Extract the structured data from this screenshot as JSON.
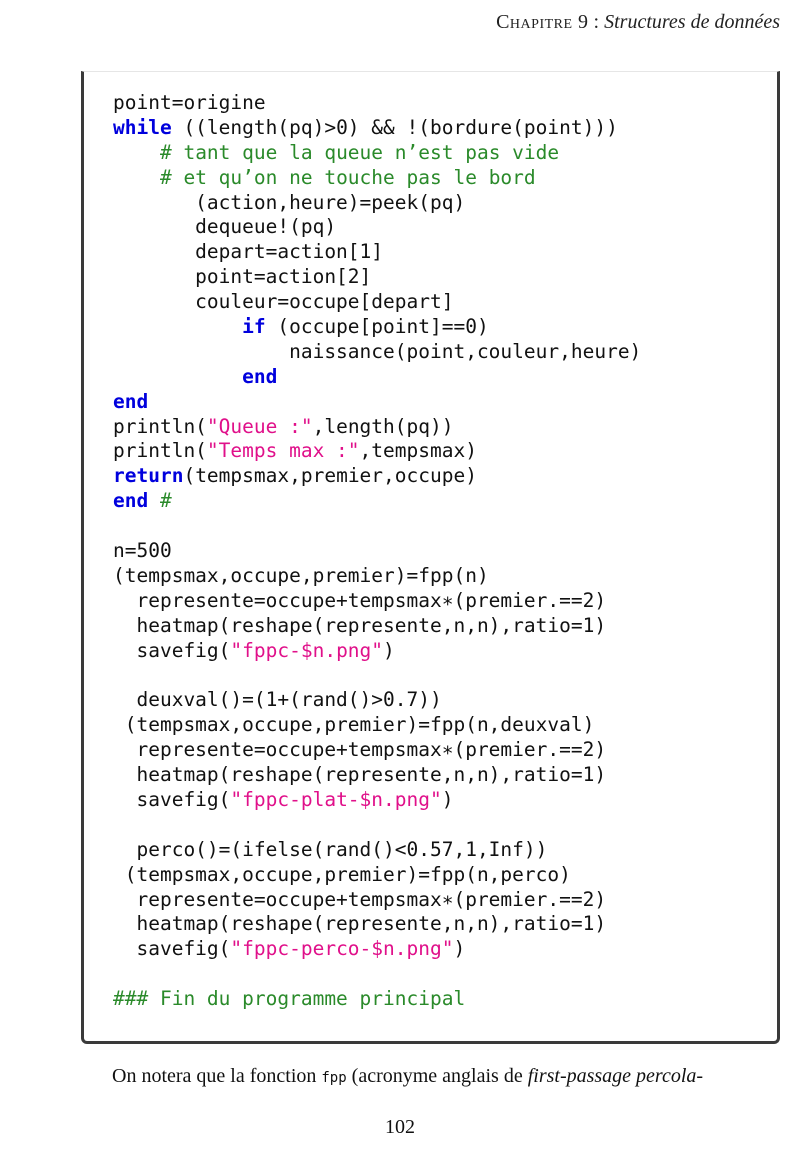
{
  "header": {
    "chapter": "Chapitre 9",
    "separator": " : ",
    "section": "Structures de données"
  },
  "code_lines": [
    [
      {
        "t": "p",
        "v": "point=origine"
      }
    ],
    [
      {
        "t": "kw",
        "v": "while"
      },
      {
        "t": "p",
        "v": " ((length(pq)>0) && !(bordure(point)))"
      }
    ],
    [
      {
        "t": "p",
        "v": "    "
      },
      {
        "t": "com",
        "v": "# tant que la queue n’est pas vide"
      }
    ],
    [
      {
        "t": "p",
        "v": "    "
      },
      {
        "t": "com",
        "v": "# et qu’on ne touche pas le bord"
      }
    ],
    [
      {
        "t": "p",
        "v": "       (action,heure)=peek(pq)"
      }
    ],
    [
      {
        "t": "p",
        "v": "       dequeue!(pq)"
      }
    ],
    [
      {
        "t": "p",
        "v": "       depart=action[1]"
      }
    ],
    [
      {
        "t": "p",
        "v": "       point=action[2]"
      }
    ],
    [
      {
        "t": "p",
        "v": "       couleur=occupe[depart]"
      }
    ],
    [
      {
        "t": "p",
        "v": "           "
      },
      {
        "t": "kw",
        "v": "if"
      },
      {
        "t": "p",
        "v": " (occupe[point]==0)"
      }
    ],
    [
      {
        "t": "p",
        "v": "               naissance(point,couleur,heure)"
      }
    ],
    [
      {
        "t": "p",
        "v": "           "
      },
      {
        "t": "kw",
        "v": "end"
      }
    ],
    [
      {
        "t": "kw",
        "v": "end"
      }
    ],
    [
      {
        "t": "p",
        "v": "println("
      },
      {
        "t": "str",
        "v": "\"Queue :\""
      },
      {
        "t": "p",
        "v": ",length(pq))"
      }
    ],
    [
      {
        "t": "p",
        "v": "println("
      },
      {
        "t": "str",
        "v": "\"Temps max :\""
      },
      {
        "t": "p",
        "v": ",tempsmax)"
      }
    ],
    [
      {
        "t": "kw",
        "v": "return"
      },
      {
        "t": "p",
        "v": "(tempsmax,premier,occupe)"
      }
    ],
    [
      {
        "t": "kw",
        "v": "end"
      },
      {
        "t": "p",
        "v": " "
      },
      {
        "t": "com",
        "v": "#"
      }
    ],
    [],
    [
      {
        "t": "p",
        "v": "n=500"
      }
    ],
    [
      {
        "t": "p",
        "v": "(tempsmax,occupe,premier)=fpp(n)"
      }
    ],
    [
      {
        "t": "p",
        "v": "  represente=occupe+tempsmax∗(premier.==2)"
      }
    ],
    [
      {
        "t": "p",
        "v": "  heatmap(reshape(represente,n,n),ratio=1)"
      }
    ],
    [
      {
        "t": "p",
        "v": "  savefig("
      },
      {
        "t": "str",
        "v": "\"fppc-$n.png\""
      },
      {
        "t": "p",
        "v": ")"
      }
    ],
    [],
    [
      {
        "t": "p",
        "v": "  deuxval()=(1+(rand()>0.7))"
      }
    ],
    [
      {
        "t": "p",
        "v": " (tempsmax,occupe,premier)=fpp(n,deuxval)"
      }
    ],
    [
      {
        "t": "p",
        "v": "  represente=occupe+tempsmax∗(premier.==2)"
      }
    ],
    [
      {
        "t": "p",
        "v": "  heatmap(reshape(represente,n,n),ratio=1)"
      }
    ],
    [
      {
        "t": "p",
        "v": "  savefig("
      },
      {
        "t": "str",
        "v": "\"fppc-plat-$n.png\""
      },
      {
        "t": "p",
        "v": ")"
      }
    ],
    [],
    [
      {
        "t": "p",
        "v": "  perco()=(ifelse(rand()<0.57,1,Inf))"
      }
    ],
    [
      {
        "t": "p",
        "v": " (tempsmax,occupe,premier)=fpp(n,perco)"
      }
    ],
    [
      {
        "t": "p",
        "v": "  represente=occupe+tempsmax∗(premier.==2)"
      }
    ],
    [
      {
        "t": "p",
        "v": "  heatmap(reshape(represente,n,n),ratio=1)"
      }
    ],
    [
      {
        "t": "p",
        "v": "  savefig("
      },
      {
        "t": "str",
        "v": "\"fppc-perco-$n.png\""
      },
      {
        "t": "p",
        "v": ")"
      }
    ],
    [],
    [
      {
        "t": "com",
        "v": "### Fin du programme principal"
      }
    ]
  ],
  "body": {
    "text_before": "On notera que la fonction ",
    "code_word": "fpp",
    "text_middle": " (acronyme anglais de ",
    "italic_text": "first-passage percola-"
  },
  "page_number": "102",
  "colors": {
    "keyword": "#0000dd",
    "string": "#e0108a",
    "comment": "#2a8a2a",
    "plain": "#111111"
  }
}
